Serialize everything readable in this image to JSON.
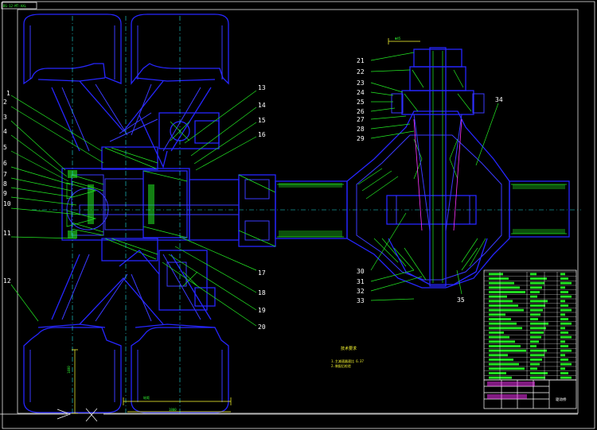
{
  "drawing": {
    "header_code": "BS-12-MT-AXL",
    "colors": {
      "background": "#000000",
      "outline": "#2626ff",
      "hatch": "#23e823",
      "leader": "#23e823",
      "dimension": "#ffff33",
      "centerline": "#20e0e0",
      "accent": "#ff33ff"
    },
    "left_labels": [
      "1",
      "2",
      "3",
      "4",
      "5",
      "6",
      "7",
      "8",
      "9",
      "10",
      "11",
      "12"
    ],
    "mid_labels": [
      "13",
      "14",
      "15",
      "16",
      "17",
      "18",
      "19",
      "20"
    ],
    "diff_left_labels": [
      "21",
      "22",
      "23",
      "24",
      "25",
      "26",
      "27",
      "28",
      "29"
    ],
    "diff_bottom_labels": [
      "30",
      "31",
      "32",
      "33"
    ],
    "diff_right_labels": [
      "34",
      "35"
    ],
    "tech_requirements": {
      "title": "技术要求",
      "lines": [
        "1.主减速器速比 6.37",
        "2.装配后检验"
      ]
    },
    "dimensions": {
      "vertical_left": "1400",
      "bottom_mid": "1800",
      "bottom_left": "轮距",
      "top_shaft": "Φ45"
    },
    "title_block": {
      "name": "驱动桥"
    },
    "parts_table_rows": 24
  }
}
